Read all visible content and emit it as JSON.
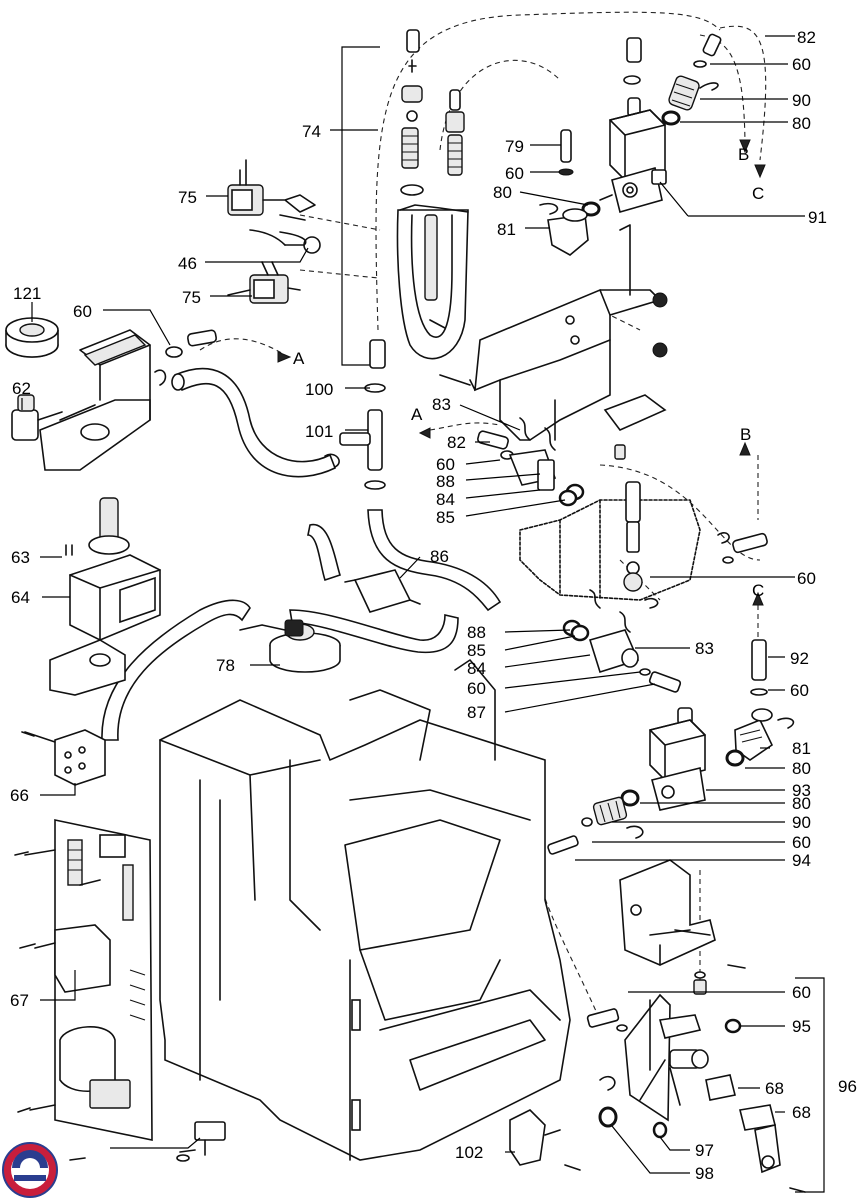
{
  "callouts": [
    {
      "id": "c82a",
      "text": "82"
    },
    {
      "id": "c60a",
      "text": "60"
    },
    {
      "id": "c90a",
      "text": "90"
    },
    {
      "id": "c80a",
      "text": "80"
    },
    {
      "id": "cBa",
      "text": "B"
    },
    {
      "id": "cCa",
      "text": "C"
    },
    {
      "id": "c91",
      "text": "91"
    },
    {
      "id": "c74",
      "text": "74"
    },
    {
      "id": "c79",
      "text": "79"
    },
    {
      "id": "c60b",
      "text": "60"
    },
    {
      "id": "c80b",
      "text": "80"
    },
    {
      "id": "c81a",
      "text": "81"
    },
    {
      "id": "c75a",
      "text": "75"
    },
    {
      "id": "c46",
      "text": "46"
    },
    {
      "id": "c75b",
      "text": "75"
    },
    {
      "id": "c121",
      "text": "121"
    },
    {
      "id": "c60c",
      "text": "60"
    },
    {
      "id": "cAa",
      "text": "A"
    },
    {
      "id": "c62",
      "text": "62"
    },
    {
      "id": "c100",
      "text": "100"
    },
    {
      "id": "cAb",
      "text": "A"
    },
    {
      "id": "c83a",
      "text": "83"
    },
    {
      "id": "c101",
      "text": "101"
    },
    {
      "id": "c82b",
      "text": "82"
    },
    {
      "id": "c60d",
      "text": "60"
    },
    {
      "id": "c88a",
      "text": "88"
    },
    {
      "id": "c84a",
      "text": "84"
    },
    {
      "id": "c85a",
      "text": "85"
    },
    {
      "id": "cBb",
      "text": "B"
    },
    {
      "id": "c63",
      "text": "63"
    },
    {
      "id": "c64",
      "text": "64"
    },
    {
      "id": "c86",
      "text": "86"
    },
    {
      "id": "c60e",
      "text": "60"
    },
    {
      "id": "cCb",
      "text": "C"
    },
    {
      "id": "c88b",
      "text": "88"
    },
    {
      "id": "c85b",
      "text": "85"
    },
    {
      "id": "c84b",
      "text": "84"
    },
    {
      "id": "c83b",
      "text": "83"
    },
    {
      "id": "c78",
      "text": "78"
    },
    {
      "id": "c92",
      "text": "92"
    },
    {
      "id": "c60f",
      "text": "60"
    },
    {
      "id": "c60g",
      "text": "60"
    },
    {
      "id": "c87",
      "text": "87"
    },
    {
      "id": "c81b",
      "text": "81"
    },
    {
      "id": "c80c",
      "text": "80"
    },
    {
      "id": "c66",
      "text": "66"
    },
    {
      "id": "c93",
      "text": "93"
    },
    {
      "id": "c80d",
      "text": "80"
    },
    {
      "id": "c90b",
      "text": "90"
    },
    {
      "id": "c60h",
      "text": "60"
    },
    {
      "id": "c94",
      "text": "94"
    },
    {
      "id": "c67",
      "text": "67"
    },
    {
      "id": "c60i",
      "text": "60"
    },
    {
      "id": "c95",
      "text": "95"
    },
    {
      "id": "c96",
      "text": "96"
    },
    {
      "id": "c68a",
      "text": "68"
    },
    {
      "id": "c68b",
      "text": "68"
    },
    {
      "id": "c97",
      "text": "97"
    },
    {
      "id": "c98",
      "text": "98"
    },
    {
      "id": "c102",
      "text": "102"
    }
  ]
}
